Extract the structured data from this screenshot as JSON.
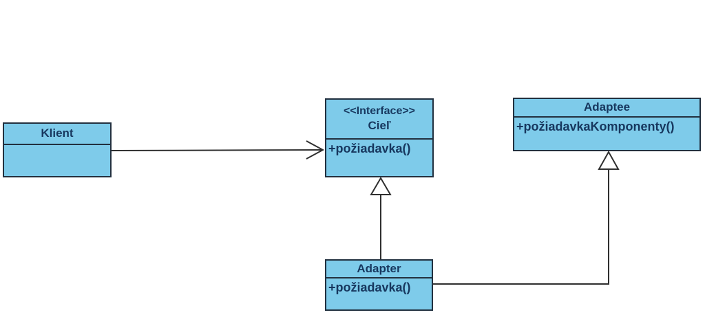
{
  "diagram": {
    "classes": [
      {
        "id": "klient",
        "name": "Klient",
        "stereotype": "",
        "methods": []
      },
      {
        "id": "ciel",
        "name": "Cieľ",
        "stereotype": "<<Interface>>",
        "methods": [
          "+požiadavka()"
        ]
      },
      {
        "id": "adaptee",
        "name": "Adaptee",
        "stereotype": "",
        "methods": [
          "+požiadavkaKomponenty()"
        ]
      },
      {
        "id": "adapter",
        "name": "Adapter",
        "stereotype": "",
        "methods": [
          "+požiadavka()"
        ]
      }
    ],
    "relationships": [
      {
        "from": "Klient",
        "to": "Cieľ",
        "type": "directed-association"
      },
      {
        "from": "Adapter",
        "to": "Cieľ",
        "type": "generalization"
      },
      {
        "from": "Adapter",
        "to": "Adaptee",
        "type": "generalization"
      }
    ],
    "colors": {
      "box_fill": "#7ecbea",
      "box_border": "#22303f",
      "text": "#17375e",
      "line": "#2f2f2f",
      "background": "#ffffff"
    }
  }
}
